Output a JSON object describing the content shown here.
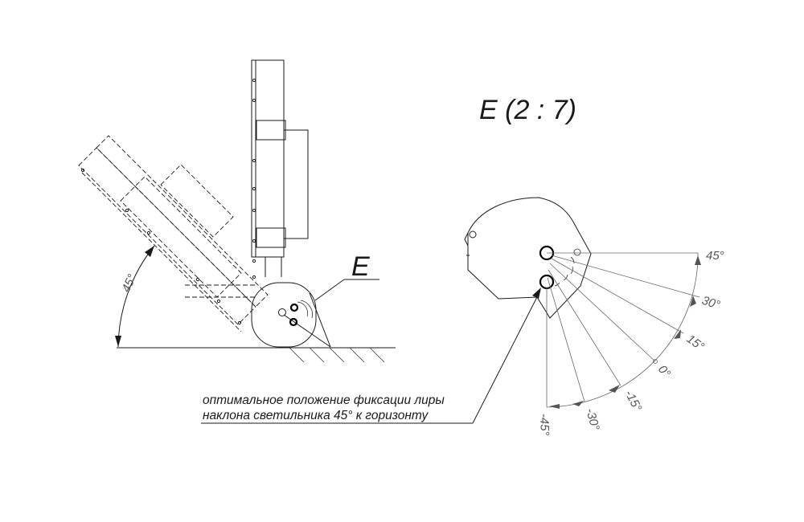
{
  "labels": {
    "angle_main": "45°",
    "detail_marker": "E",
    "detail_title": "E (2 : 7)",
    "note_line1": "оптимальное положение фиксации лиры",
    "note_line2": "наклона светильника 45° к горизонту"
  },
  "scale_ticks": [
    "45°",
    "30°",
    "15°",
    "0°",
    "-15°",
    "-30°",
    "-45°"
  ]
}
